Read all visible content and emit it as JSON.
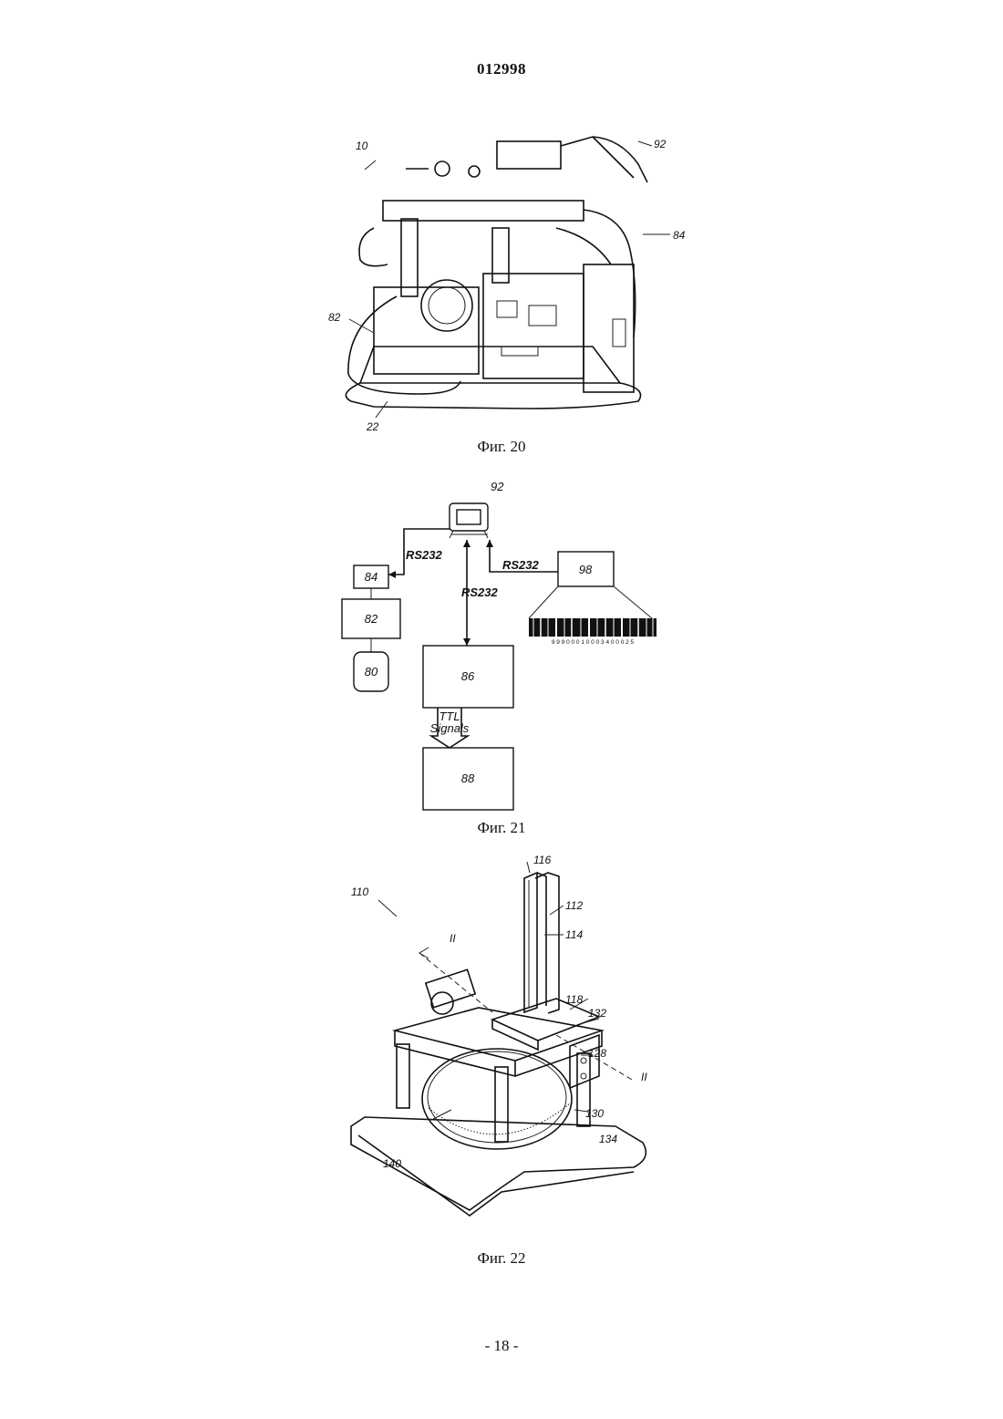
{
  "header": {
    "doc_number": "012998"
  },
  "figure20": {
    "caption": "Фиг. 20",
    "labels": {
      "device": "10",
      "display": "92",
      "board": "84",
      "panel": "82",
      "base": "22"
    }
  },
  "figure21": {
    "caption": "Фиг. 21",
    "blocks": {
      "display": "92",
      "b84": "84",
      "b82": "82",
      "b80": "80",
      "b86": "86",
      "b88": "88",
      "b98": "98"
    },
    "links": {
      "left": "RS232",
      "middle": "RS232",
      "right": "RS232",
      "ttl_line1": "TTL",
      "ttl_line2": "Signals"
    },
    "barcode_digits": "9 9 9 0 0 0 1 0 0 0 3 4 0 0 0 2 5"
  },
  "figure22": {
    "caption": "Фиг. 22",
    "labels": {
      "device": "110",
      "rail_top": "116",
      "column": "112",
      "slot": "114",
      "plate": "118",
      "bracket": "132",
      "clamp": "128",
      "pin": "130",
      "gear_edge": "134",
      "gear": "140",
      "section_left": "II",
      "section_right": "II"
    }
  },
  "footer": {
    "page_number": "- 18 -"
  }
}
